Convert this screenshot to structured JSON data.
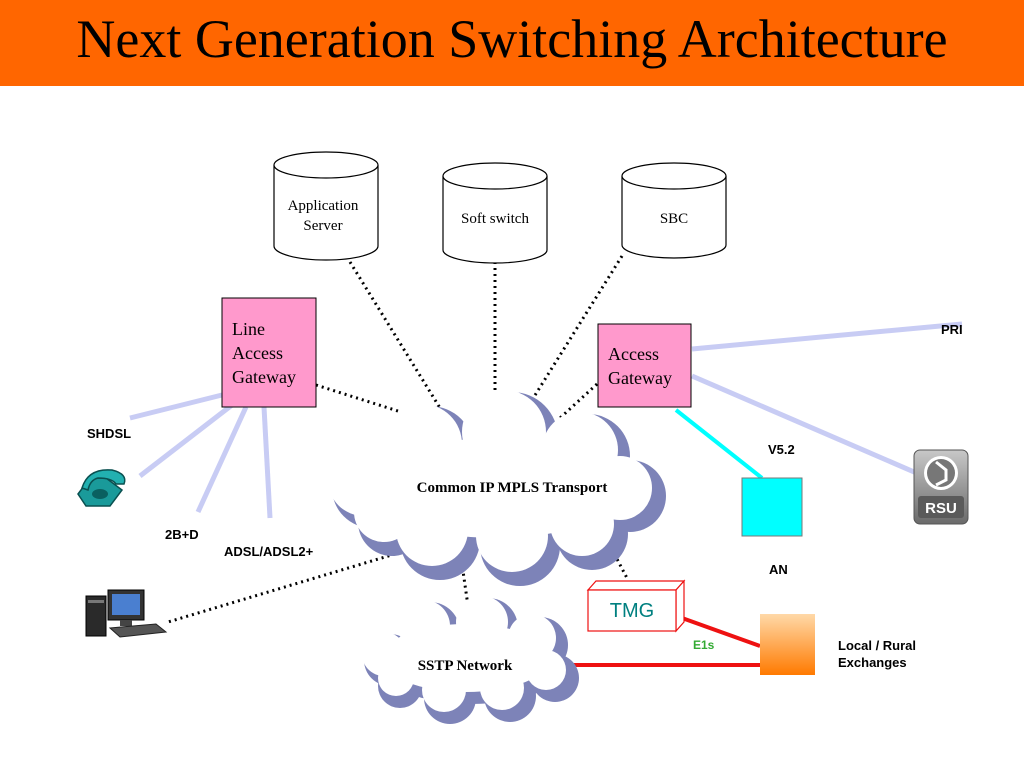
{
  "title": "Next Generation Switching Architecture",
  "servers": {
    "app_line1": "Application",
    "app_line2": "Server",
    "softswitch": "Soft switch",
    "sbc": "SBC"
  },
  "lag": {
    "line1": "Line",
    "line2": "Access",
    "line3": "Gateway"
  },
  "ag": {
    "line1": "Access",
    "line2": "Gateway"
  },
  "cloud_main": "Common IP MPLS Transport",
  "cloud_sstp": "SSTP Network",
  "tmg": "TMG",
  "labels": {
    "shdsl": "SHDSL",
    "isdn": "2B+D",
    "adsl": "ADSL/ADSL2+",
    "pri": "PRI",
    "v52": "V5.2",
    "an": "AN",
    "e1s": "E1s",
    "exchanges_line1": "Local / Rural",
    "exchanges_line2": "Exchanges",
    "rsu": "RSU"
  },
  "colors": {
    "title_bar": "#ff6600",
    "gateway_fill": "#ff99cc",
    "an_fill": "#00ffff",
    "link_lavender": "#c8ccf4",
    "link_cyan": "#00ffff",
    "link_red": "#ee1111",
    "tmg_text": "#008080",
    "e1s_text": "#33aa33"
  }
}
